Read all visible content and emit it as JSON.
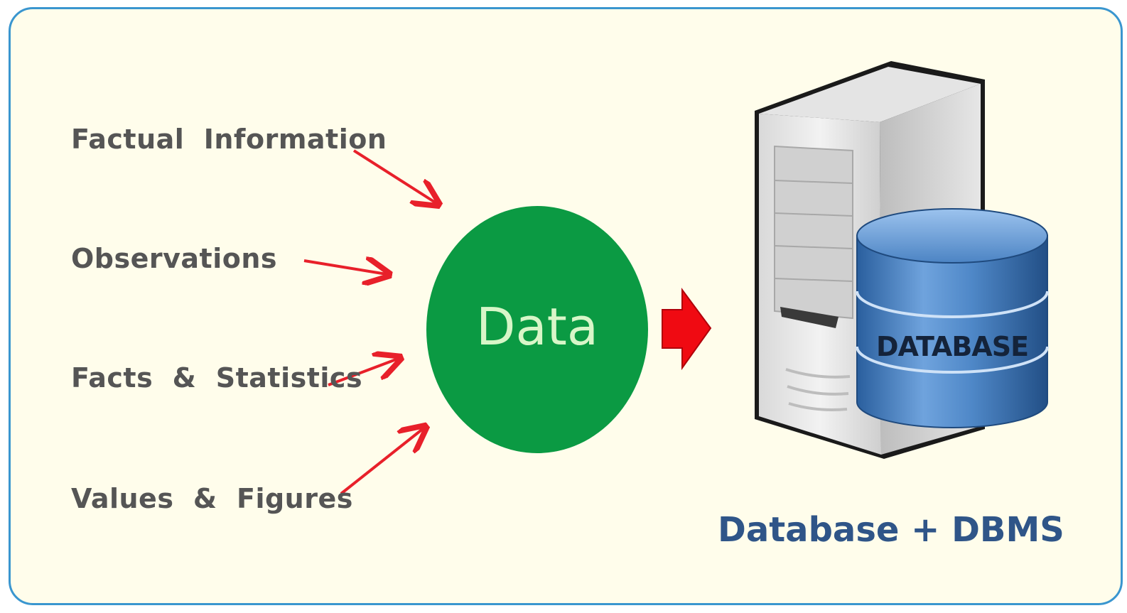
{
  "sources": [
    {
      "label": "Factual  Information"
    },
    {
      "label": "Observations"
    },
    {
      "label": "Facts  &  Statistics"
    },
    {
      "label": "Values  &  Figures"
    }
  ],
  "center": {
    "label": "Data"
  },
  "storage": {
    "cylinder_label": "DATABASE",
    "caption": "Database + DBMS"
  },
  "colors": {
    "panel_bg": "#fffdeb",
    "panel_border": "#3a96cf",
    "arrow": "#e8202a",
    "circle": "#0b9a43",
    "circle_text": "#d8f6c8",
    "caption": "#2f5588",
    "cylinder": "#3e78b8"
  },
  "icons": [
    "server-tower-icon",
    "database-cylinder-icon",
    "block-arrow-right-icon"
  ]
}
